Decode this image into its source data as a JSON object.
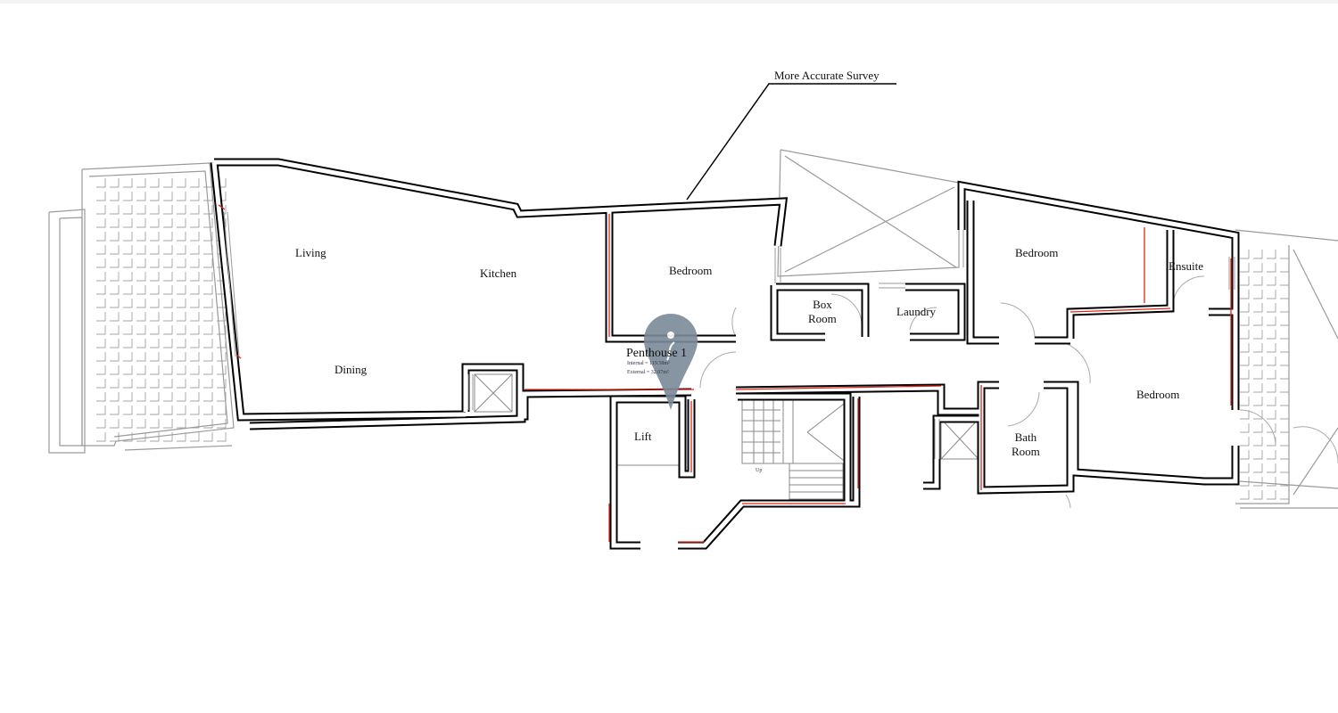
{
  "annotation": "More Accurate Survey",
  "unit_name": "Penthouse 1",
  "areas": {
    "internal": "Internal = 119.58m²",
    "external": "External = 32.07m²"
  },
  "rooms": {
    "living": "Living",
    "kitchen": "Kitchen",
    "dining": "Dining",
    "bedroom1": "Bedroom",
    "box_room_1": "Box",
    "box_room_2": "Room",
    "laundry": "Laundry",
    "bedroom2": "Bedroom",
    "ensuite": "Ensuite",
    "bedroom3": "Bedroom",
    "lift": "Lift",
    "bath_1": "Bath",
    "bath_2": "Room",
    "stairs_up": "Up"
  },
  "colors": {
    "wall": "#000000",
    "markup": "#e0261b",
    "light_line": "#9a9a9a",
    "pin": "#7b8a99"
  }
}
